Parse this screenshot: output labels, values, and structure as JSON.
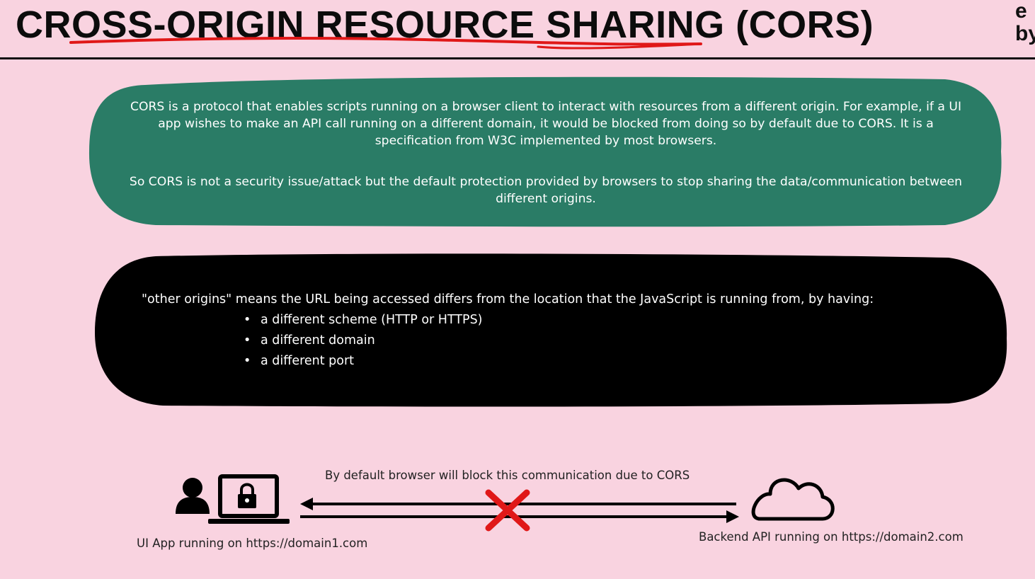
{
  "title": "CROSS-ORIGIN RESOURCE SHARING (CORS)",
  "corner_text": "e\nby",
  "colors": {
    "background": "#f9d3e0",
    "green_panel": "#2a7c66",
    "black_panel": "#000000",
    "underline": "#e01818",
    "block_mark": "#e01818"
  },
  "green_panel": {
    "paragraph1": "CORS is a protocol that enables scripts running on a browser client to interact with resources from a different origin. For example, if a UI app wishes to make an API call running on a different domain, it would be blocked from doing so by default due to CORS. It is a specification from W3C implemented by most browsers.",
    "paragraph2": "So CORS is not a security issue/attack but the default protection provided by browsers to stop sharing the data/communication between different origins."
  },
  "black_panel": {
    "intro": "\"other origins\" means the URL being accessed differs from the location that the JavaScript is running from, by having:",
    "bullets": [
      "a different scheme (HTTP or HTTPS)",
      "a different domain",
      "a different port"
    ]
  },
  "diagram": {
    "arrow_caption": "By default browser will block this communication due to CORS",
    "client_label": "UI App running on https://domain1.com",
    "server_label": "Backend API running on https://domain2.com",
    "icons": {
      "user": "user-icon",
      "laptop": "laptop-lock-icon",
      "cloud": "cloud-icon",
      "blocked": "cross-icon"
    }
  }
}
